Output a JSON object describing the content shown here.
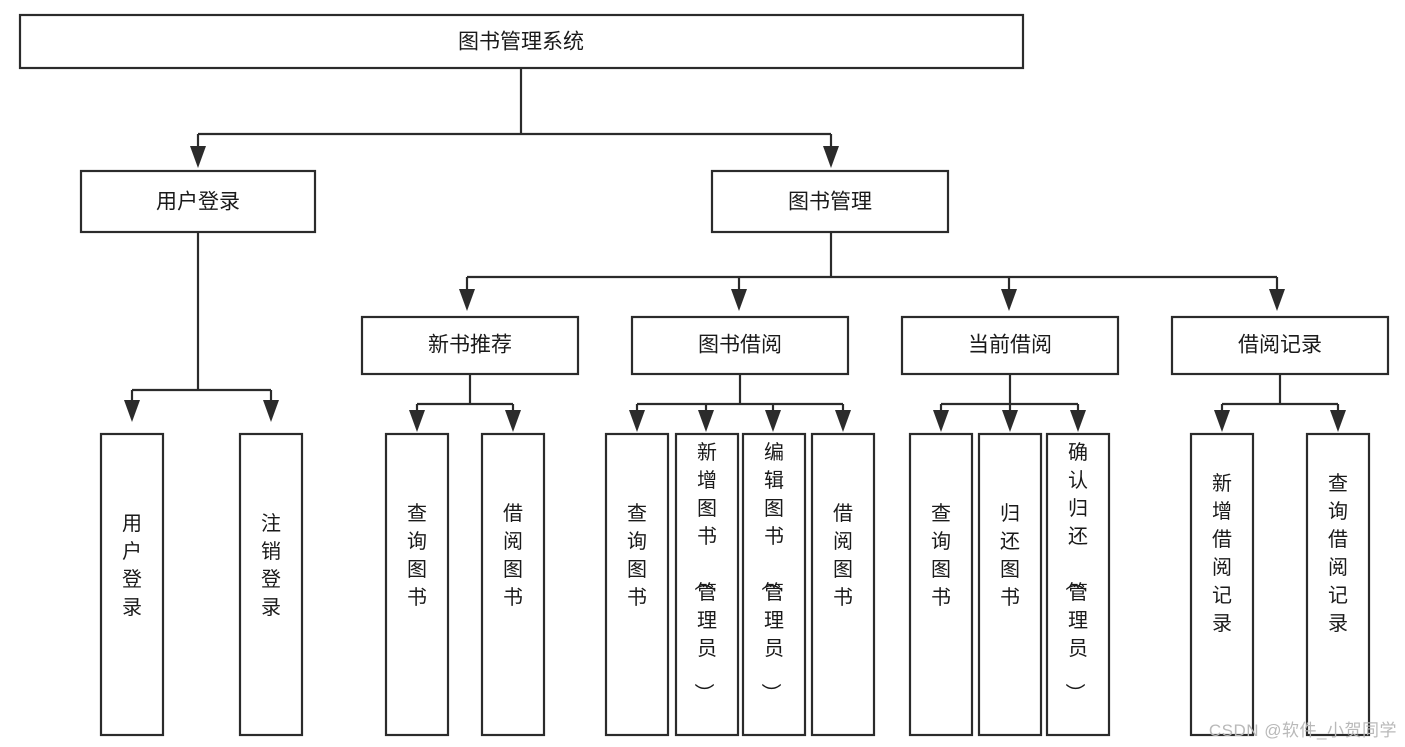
{
  "diagram": {
    "type": "tree-hierarchy-chart",
    "title": "图书管理系统",
    "watermark": "CSDN @软件_小贺同学",
    "colors": {
      "stroke": "#2b2b2b",
      "fill": "#ffffff",
      "text": "#1a1a1a",
      "watermark": "#b9b9b9"
    },
    "levels": {
      "root": {
        "label": "图书管理系统"
      },
      "level2": [
        {
          "label": "用户登录"
        },
        {
          "label": "图书管理"
        }
      ],
      "level3": [
        {
          "label": "新书推荐"
        },
        {
          "label": "图书借阅"
        },
        {
          "label": "当前借阅"
        },
        {
          "label": "借阅记录"
        }
      ]
    },
    "groups": [
      {
        "parent": "用户登录",
        "leaves": [
          {
            "label": "用户登录"
          },
          {
            "label": "注销登录"
          }
        ]
      },
      {
        "parent": "新书推荐",
        "leaves": [
          {
            "label": "查询图书"
          },
          {
            "label": "借阅图书"
          }
        ]
      },
      {
        "parent": "图书借阅",
        "leaves": [
          {
            "label": "查询图书"
          },
          {
            "label": "新增图书（管理员）"
          },
          {
            "label": "编辑图书（管理员）"
          },
          {
            "label": "借阅图书"
          }
        ]
      },
      {
        "parent": "当前借阅",
        "leaves": [
          {
            "label": "查询图书"
          },
          {
            "label": "归还图书"
          },
          {
            "label": "确认归还（管理员）"
          }
        ]
      },
      {
        "parent": "借阅记录",
        "leaves": [
          {
            "label": "新增借阅记录"
          },
          {
            "label": "查询借阅记录"
          }
        ]
      }
    ]
  }
}
